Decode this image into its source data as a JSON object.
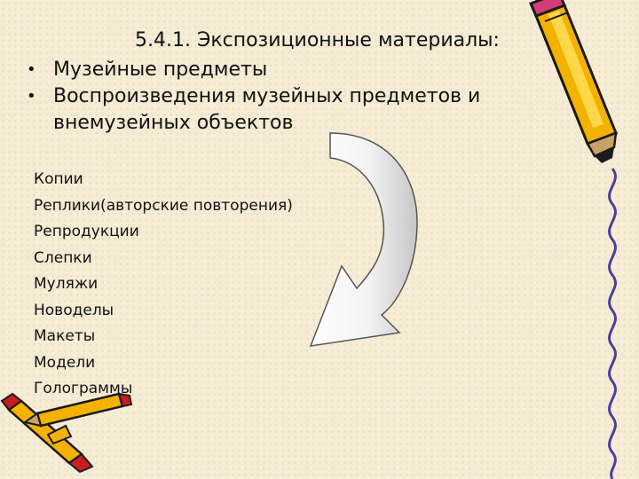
{
  "slide": {
    "title": "5.4.1. Экспозиционные материалы:",
    "bullet_symbol": "•",
    "bullets": [
      "Музейные предметы",
      "Воспроизведения музейных предметов и внемузейных объектов"
    ],
    "items": [
      "Копии",
      "Реплики(авторские повторения)",
      "Репродукции",
      "Слепки",
      "Муляжи",
      "Новоделы",
      "Макеты",
      "Модели",
      "Голограммы"
    ]
  },
  "decorations": [
    {
      "name": "curved-arrow",
      "color": "#ffffff"
    },
    {
      "name": "pencil-large",
      "colors": [
        "#f3b200",
        "#1a1a1a",
        "#d23c7a",
        "#c9a26a"
      ]
    },
    {
      "name": "pencils-small",
      "colors": [
        "#f3b200",
        "#c81e1e",
        "#1a1a1a"
      ]
    },
    {
      "name": "squiggle-line",
      "color": "#4a3f9a"
    }
  ]
}
